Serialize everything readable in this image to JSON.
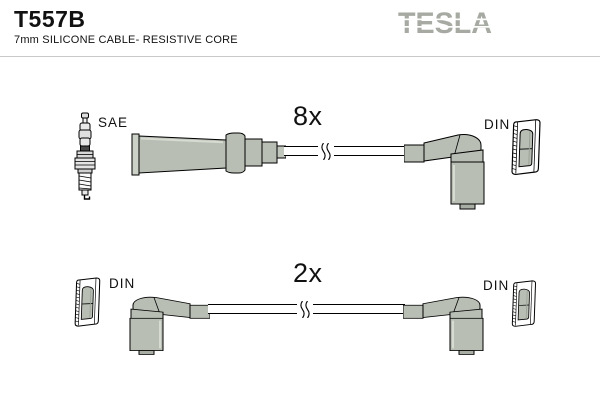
{
  "header": {
    "part_number": "T557B",
    "subtitle": "7mm SILICONE CABLE- RESISTIVE CORE",
    "brand_logo": "TESLA"
  },
  "colors": {
    "boot_fill": "#b8beb4",
    "boot_shadow": "#a8aea4",
    "logo_gray": "#a6aaa2",
    "outline": "#000000"
  },
  "rows": [
    {
      "left_connector_label": "SAE",
      "left_icon": "spark-plug",
      "quantity_label": "8x",
      "cable_left_end": "straight boot",
      "cable_right_end": "angled boot",
      "right_connector_label": "DIN",
      "right_icon": "din-terminal-cross-section"
    },
    {
      "left_connector_label": "DIN",
      "left_icon": "din-terminal-cross-section",
      "quantity_label": "2x",
      "cable_left_end": "angled boot",
      "cable_right_end": "angled boot",
      "right_connector_label": "DIN",
      "right_icon": "din-terminal-cross-section"
    }
  ]
}
